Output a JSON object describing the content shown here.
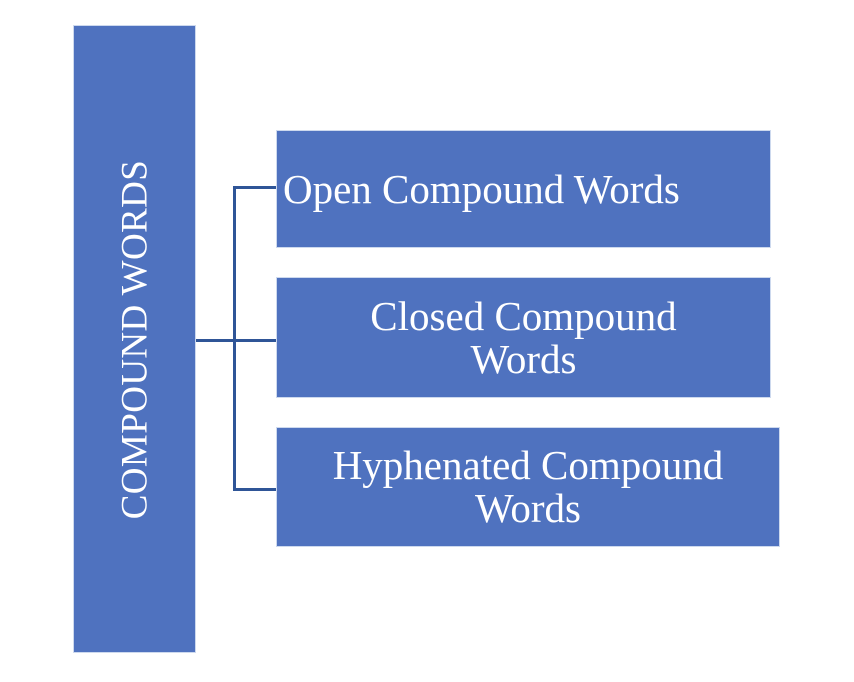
{
  "diagram": {
    "type": "hierarchy-tree",
    "orientation": "left-to-right",
    "root": {
      "label": "COMPOUND WORDS",
      "text_orientation": "rotated-90-ccw",
      "fill_color": "#4F72BF",
      "text_color": "#FFFFFF"
    },
    "connector": {
      "color": "#2F5597",
      "style": "elbow"
    },
    "background_color": "#FFFFFF",
    "children": [
      {
        "id": "open",
        "label": "Open Compound Words",
        "fill_color": "#4F72BF",
        "text_color": "#FFFFFF",
        "text_align": "left",
        "lines": 1
      },
      {
        "id": "closed",
        "label": "Closed Compound Words",
        "line_1": "Closed Compound",
        "line_2": "Words",
        "fill_color": "#4F72BF",
        "text_color": "#FFFFFF",
        "text_align": "center",
        "lines": 2
      },
      {
        "id": "hyphenated",
        "label": "Hyphenated Compound Words",
        "line_1": "Hyphenated Compound",
        "line_2": "Words",
        "fill_color": "#4F72BF",
        "text_color": "#FFFFFF",
        "text_align": "center",
        "lines": 2
      }
    ]
  }
}
